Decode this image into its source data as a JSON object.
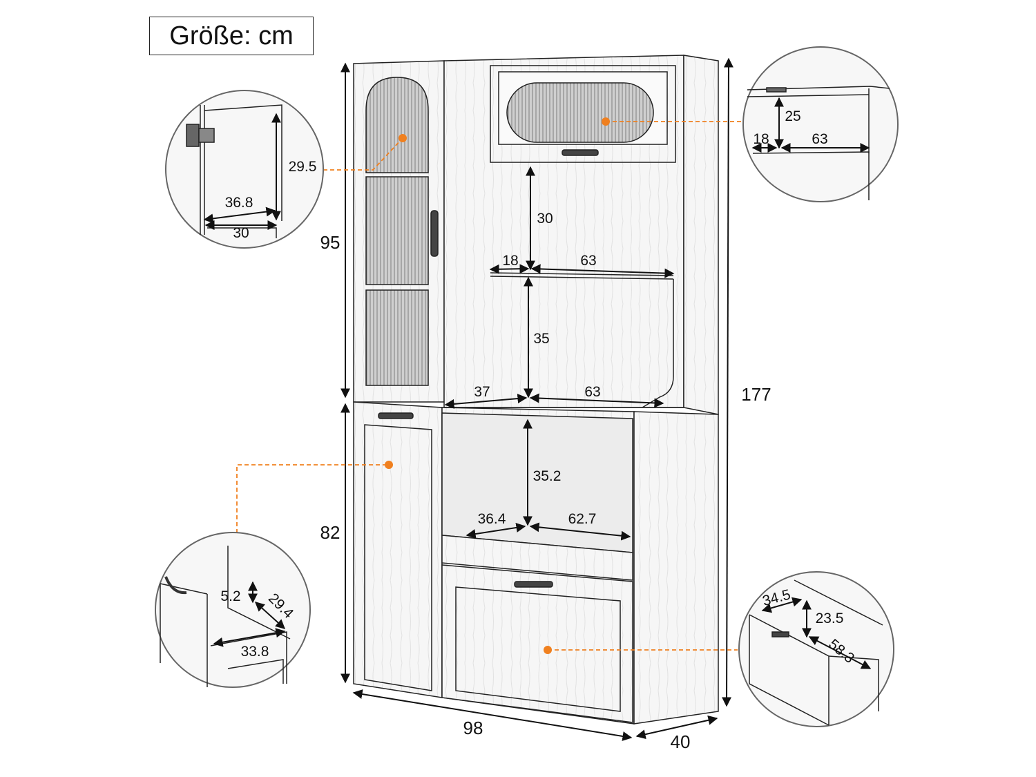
{
  "header": {
    "title": "Größe: cm"
  },
  "overall": {
    "upper_height": "95",
    "lower_height": "82",
    "total_height": "177",
    "width": "98",
    "depth": "40"
  },
  "upper_shelves": {
    "door_top_height": "30",
    "shelf1_depth": "18",
    "shelf1_width": "63",
    "shelf2_height": "35",
    "shelf2_depth": "37",
    "shelf2_width": "63"
  },
  "microwave_niche": {
    "height": "35.2",
    "depth": "36.4",
    "width": "62.7"
  },
  "detail_cabinet": {
    "height": "29.5",
    "depth": "36.8",
    "width": "30"
  },
  "detail_top": {
    "height": "25",
    "depth": "18",
    "width": "63"
  },
  "detail_lower_left": {
    "height": "5.2",
    "depth": "29.4",
    "width": "33.8"
  },
  "detail_drawer": {
    "depth": "34.5",
    "height": "23.5",
    "width": "58.3"
  },
  "colors": {
    "accent": "#f0801f",
    "line": "#222222",
    "wood": "#f4f4f4"
  }
}
